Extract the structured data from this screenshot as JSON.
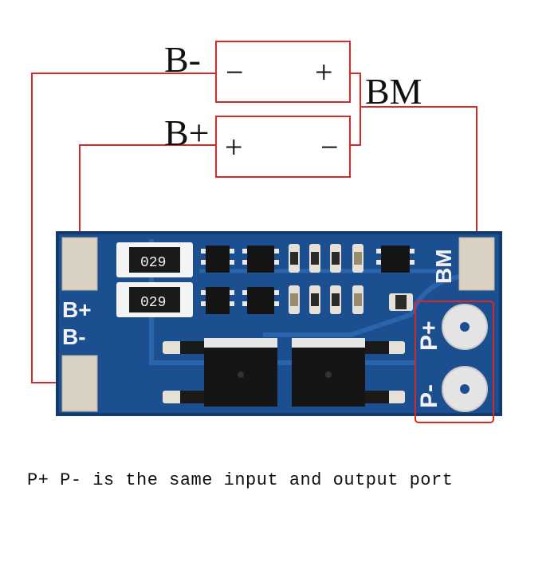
{
  "labels": {
    "b_minus": "B-",
    "b_plus": "B+",
    "bm": "BM",
    "minus": "−",
    "plus": "+"
  },
  "board": {
    "silk_b_plus": "B+",
    "silk_b_minus": "B-",
    "silk_bm": "BM",
    "silk_p_plus": "P+",
    "silk_p_minus": "P-",
    "resistor_code": "029"
  },
  "caption": "P+ P- is the same input and output port",
  "colors": {
    "wire": "#d42a2a",
    "pcb": "#1c4f8f",
    "pcb_dark": "#123a6c",
    "pad": "#d9d2c3",
    "silk": "#f2f2f2"
  }
}
